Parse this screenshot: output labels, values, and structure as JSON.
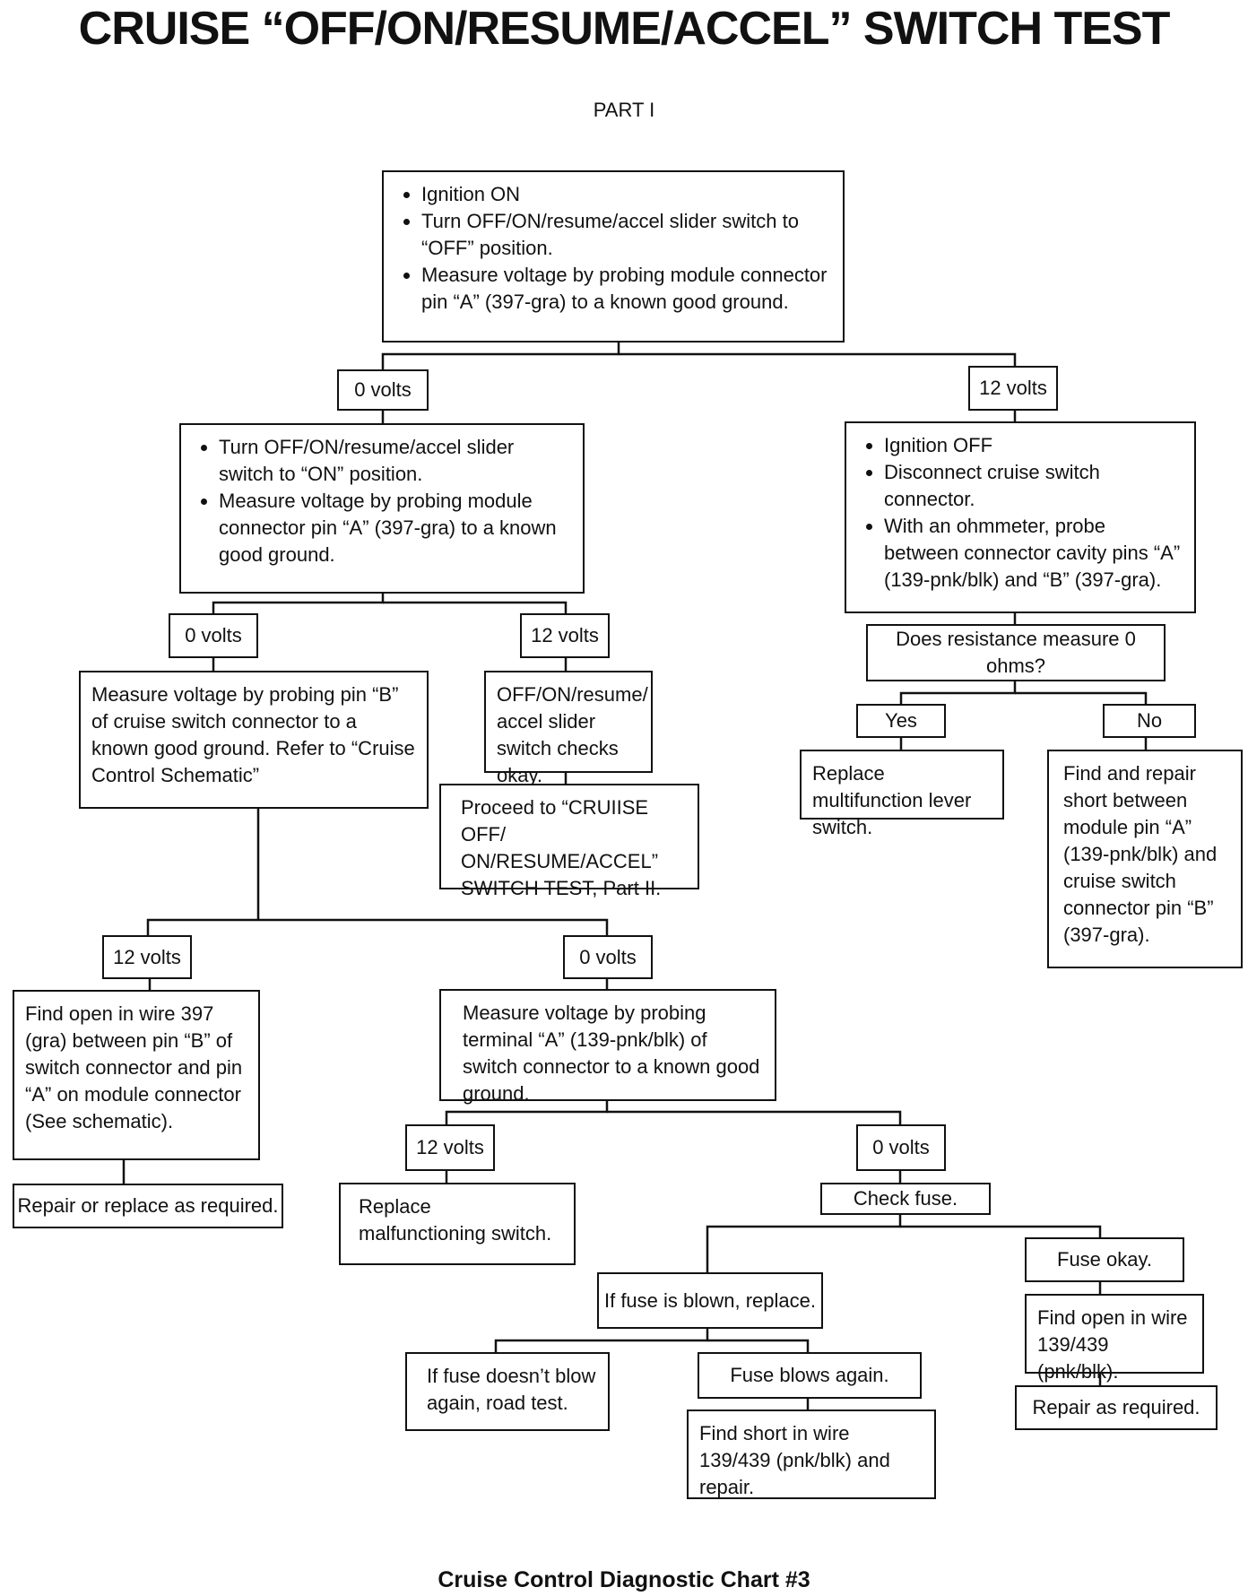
{
  "title": "CRUISE “OFF/ON/RESUME/ACCEL” SWITCH TEST",
  "part": "PART I",
  "footer": "Cruise Control Diagnostic Chart #3",
  "nodes": {
    "start": [
      "Ignition ON",
      "Turn OFF/ON/resume/accel slider switch to “OFF” position.",
      "Measure voltage by probing module connector pin “A” (397-gra) to a known good ground."
    ],
    "l1_0v": "0 volts",
    "l1_12v": "12 volts",
    "on_test": [
      "Turn OFF/ON/resume/accel slider switch to “ON” position.",
      "Measure voltage by probing module connector pin “A” (397-gra) to a known good ground."
    ],
    "ign_off": [
      "Ignition OFF",
      "Disconnect cruise switch connector.",
      "With an ohmmeter, probe between connector cavity pins “A” (139-pnk/blk) and “B” (397-gra)."
    ],
    "l2_0v": "0 volts",
    "l2_12v": "12 volts",
    "resistance_q": "Does resistance measure 0 ohms?",
    "yes": "Yes",
    "no": "No",
    "probe_b": "Measure voltage by probing pin “B” of cruise switch connector to a known good ground. Refer to “Cruise Control Schematic”",
    "slider_ok": "OFF/ON/resume/ accel slider switch checks okay.",
    "proceed": "Proceed to “CRUIISE OFF/ ON/RESUME/ACCEL” SWITCH TEST, Part II.",
    "replace_lever": "Replace multifunction lever switch.",
    "find_repair_short": "Find and repair short between module pin “A” (139-pnk/blk) and cruise switch connector pin “B” (397-gra).",
    "l3_12v": "12 volts",
    "l3_0v": "0 volts",
    "find_open_397": "Find open in wire 397 (gra) between pin “B” of switch connector and pin “A” on module connector (See schematic).",
    "probe_terminal_a": "Measure voltage by probing terminal “A” (139-pnk/blk) of switch connector to a known good ground.",
    "repair_replace": "Repair or replace as required.",
    "l4_12v": "12 volts",
    "l4_0v": "0 volts",
    "replace_switch": "Replace malfunctioning switch.",
    "check_fuse": "Check fuse.",
    "fuse_blown": "If fuse is blown, replace.",
    "fuse_okay": "Fuse okay.",
    "find_open_139": "Find open in wire 139/439 (pnk/blk).",
    "fuse_no_blow": "If fuse doesn’t blow again, road test.",
    "fuse_blows_again": "Fuse blows again.",
    "repair_as_required": "Repair as required.",
    "find_short_139": "Find short in wire 139/439 (pnk/blk) and repair."
  }
}
